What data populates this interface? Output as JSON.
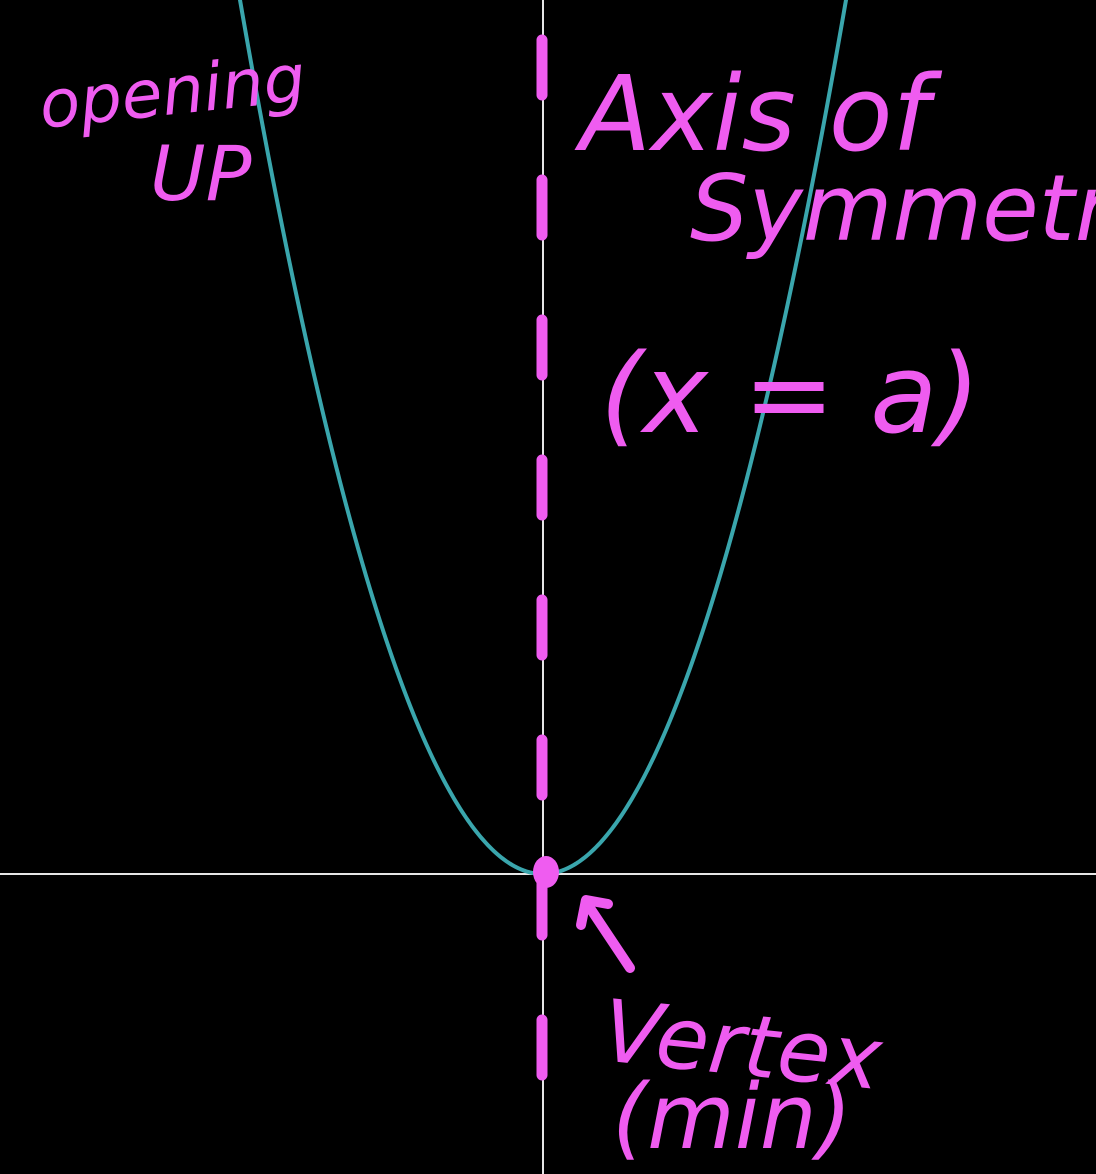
{
  "colors": {
    "background": "#000000",
    "axes": "#e6e6e6",
    "curve": "#3aa6ad",
    "annotation": "#ef5cf0"
  },
  "labels": {
    "opening": "opening",
    "up": "UP",
    "axis_line1": "Axis of",
    "axis_line2": "Symmetry",
    "axis_eq": "(x = a)",
    "vertex": "Vertex",
    "vertex_min": "(min)"
  }
}
